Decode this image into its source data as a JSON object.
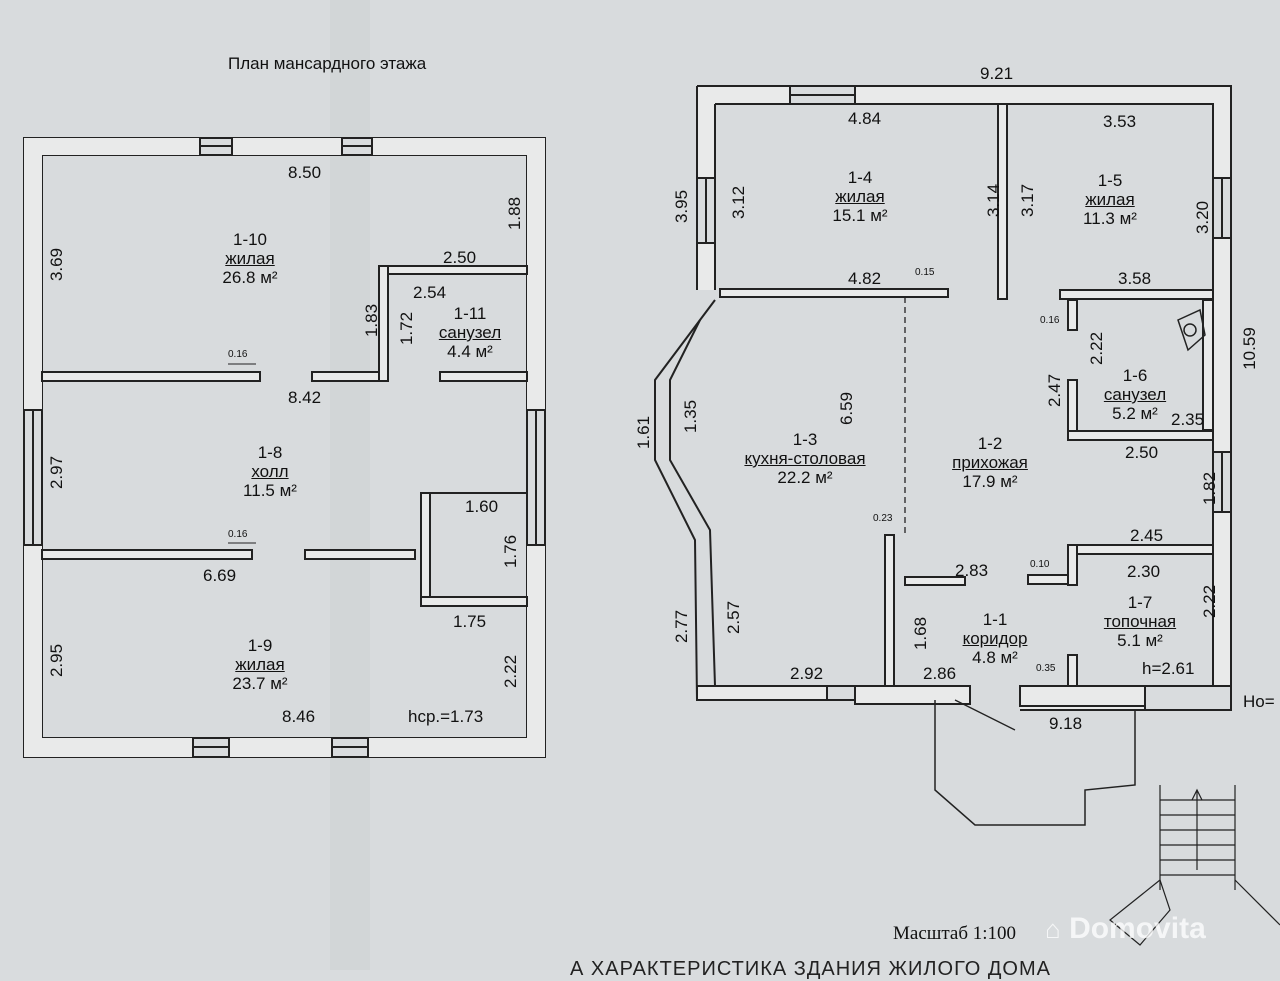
{
  "attic": {
    "title": "План мансардного этажа",
    "rooms": [
      {
        "id": "1-10",
        "name": "жилая",
        "area": "26.8 м²"
      },
      {
        "id": "1-11",
        "name": "санузел",
        "area": "4.4 м²"
      },
      {
        "id": "1-8",
        "name": "холл",
        "area": "11.5 м²"
      },
      {
        "id": "1-9",
        "name": "жилая",
        "area": "23.7 м²"
      }
    ],
    "dims": {
      "d850": "8.50",
      "d188": "1.88",
      "d369": "3.69",
      "d250": "2.50",
      "d254": "2.54",
      "d183": "1.83",
      "d172": "1.72",
      "d016a": "0.16",
      "d842": "8.42",
      "d297": "2.97",
      "d160": "1.60",
      "d176": "1.76",
      "d016b": "0.16",
      "d669": "6.69",
      "d175": "1.75",
      "d295": "2.95",
      "d222": "2.22",
      "d846": "8.46",
      "hcp": "hср.=1.73"
    }
  },
  "ground": {
    "rooms": [
      {
        "id": "1-4",
        "name": "жилая",
        "area": "15.1 м²"
      },
      {
        "id": "1-5",
        "name": "жилая",
        "area": "11.3 м²"
      },
      {
        "id": "1-6",
        "name": "санузел",
        "area": "5.2 м²"
      },
      {
        "id": "1-3",
        "name": "кухня-столовая",
        "area": "22.2 м²"
      },
      {
        "id": "1-2",
        "name": "прихожая",
        "area": "17.9 м²"
      },
      {
        "id": "1-1",
        "name": "коридор",
        "area": "4.8 м²"
      },
      {
        "id": "1-7",
        "name": "топочная",
        "area": "5.1 м²"
      }
    ],
    "dims": {
      "d921": "9.21",
      "d484": "4.84",
      "d353": "3.53",
      "d395": "3.95",
      "d312": "3.12",
      "d314": "3.14",
      "d317": "3.17",
      "d320": "3.20",
      "d482": "4.82",
      "d015": "0.15",
      "d358": "3.58",
      "d016": "0.16",
      "d222a": "2.22",
      "d1059": "10.59",
      "d247": "2.47",
      "d235": "2.35",
      "d250": "2.50",
      "d161": "1.61",
      "d135": "1.35",
      "d659": "6.59",
      "d182": "1.82",
      "d023": "0.23",
      "d245": "2.45",
      "d283": "2.83",
      "d010": "0.10",
      "d230": "2.30",
      "d222b": "2.22",
      "d277": "2.77",
      "d257": "2.57",
      "d168": "1.68",
      "h": "h=2.61",
      "d035": "0.35",
      "d292": "2.92",
      "d286": "2.86",
      "d918": "9.18",
      "ho": "Но="
    },
    "scale": "Масштаб  1:100"
  },
  "watermark": "Domovita",
  "footer_text": "А ХАРАКТЕРИСТИКА ЗДАНИЯ ЖИЛОГО ДОМА"
}
